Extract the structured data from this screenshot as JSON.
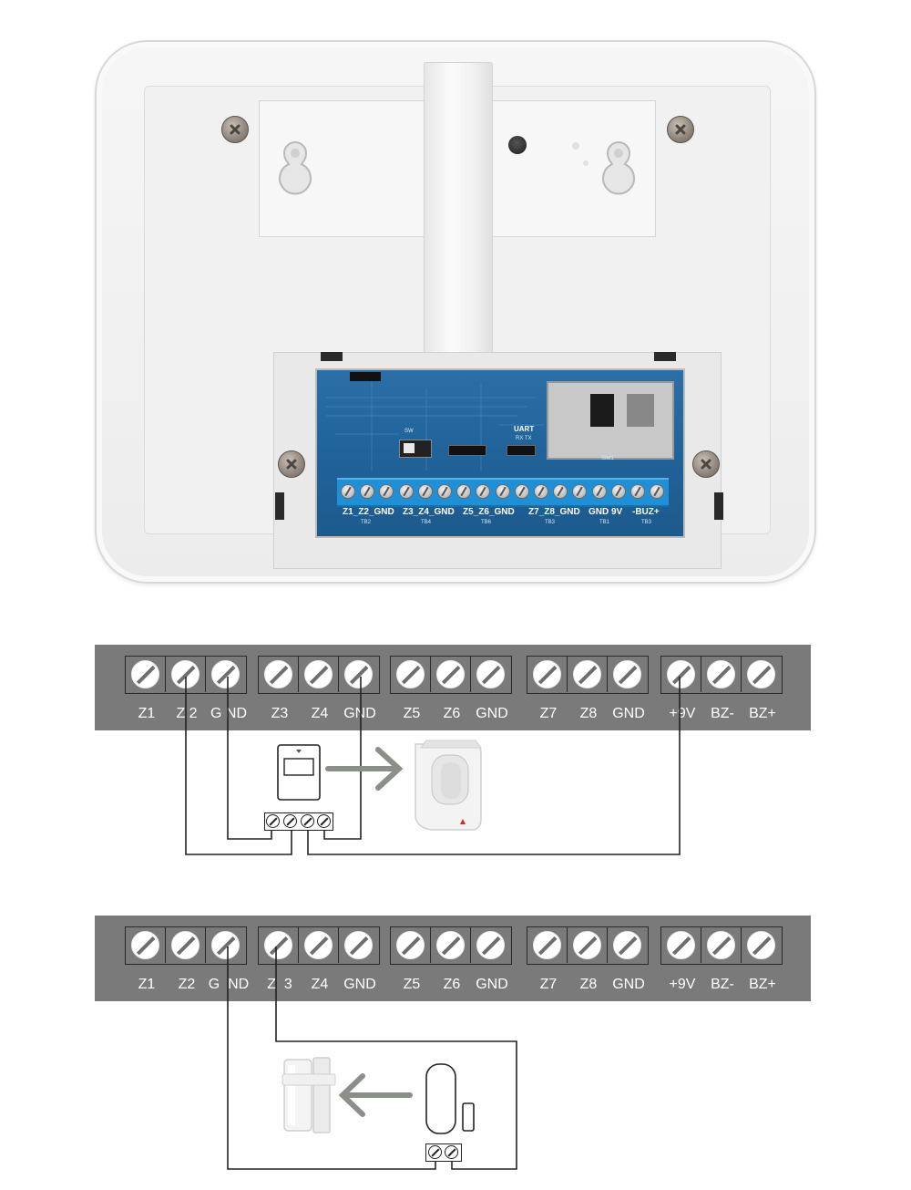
{
  "pcb": {
    "terminal_labels": [
      {
        "text": "Z1_Z2_GND",
        "sub": "TB2"
      },
      {
        "text": "Z3_Z4_GND",
        "sub": "TB4"
      },
      {
        "text": "Z5_Z6_GND",
        "sub": "TB6"
      },
      {
        "text": "Z7_Z8_GND",
        "sub": "TB3"
      },
      {
        "text": "GND 9V",
        "sub": "TB1"
      },
      {
        "text": "-BUZ+",
        "sub": "TB3"
      }
    ],
    "uart": "UART",
    "rx_tx": "RX TX",
    "sw": "SW",
    "sim": "SIM1"
  },
  "diagram_pir": {
    "labels": [
      "Z1",
      "Z 2",
      "G ND",
      "Z3",
      "Z4",
      "GND",
      "Z5",
      "Z6",
      "GND",
      "Z7",
      "Z8",
      "GND",
      "+9V",
      "BZ-",
      "BZ+"
    ]
  },
  "diagram_door": {
    "labels": [
      "Z1",
      "Z2",
      "G  ND",
      "Z  3",
      "Z4",
      "GND",
      "Z5",
      "Z6",
      "GND",
      "Z7",
      "Z8",
      "GND",
      "+9V",
      "BZ-",
      "BZ+"
    ]
  },
  "colors": {
    "bar": "#7a7a7a",
    "pcb": "#20639a",
    "arrow": "#8a9088",
    "wire": "#222222"
  },
  "icons": [
    "screw-icon",
    "keyhole-icon",
    "pir-sensor-icon",
    "door-contact-icon",
    "arrow-right-icon",
    "arrow-left-icon"
  ]
}
